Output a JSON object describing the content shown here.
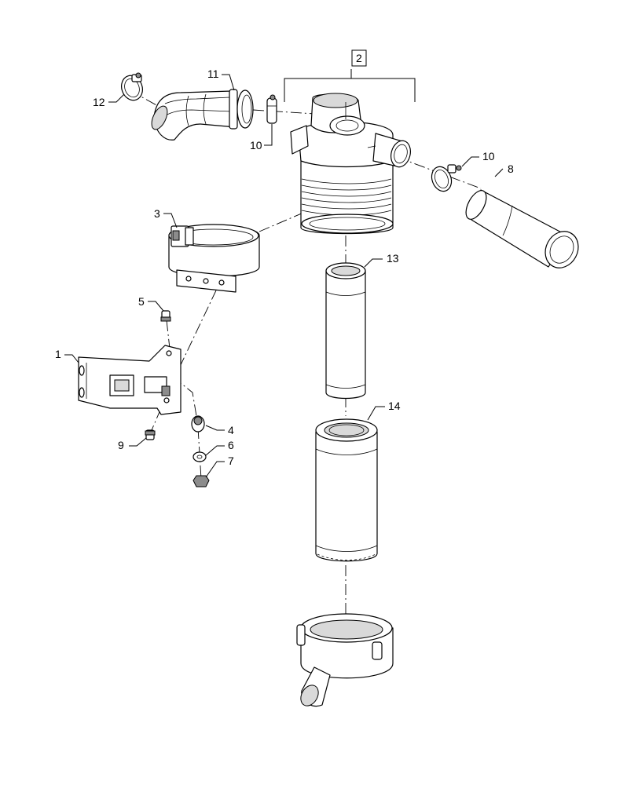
{
  "callouts": {
    "c1": "1",
    "c2": "2",
    "c3": "3",
    "c4": "4",
    "c5": "5",
    "c6": "6",
    "c7": "7",
    "c8": "8",
    "c9": "9",
    "c10a": "10",
    "c10b": "10",
    "c11": "11",
    "c12": "12",
    "c13": "13",
    "c14": "14"
  },
  "icons": {
    "housing": "air-cleaner-housing-icon",
    "strap": "mounting-strap-icon",
    "bracket": "mounting-bracket-icon",
    "primary_filter": "primary-filter-element-icon",
    "safety_filter": "safety-filter-element-icon",
    "cover": "dust-cup-cover-icon",
    "intake_elbow": "intake-elbow-hose-icon",
    "outlet_tube": "outlet-tube-icon",
    "hose_clamp": "hose-clamp-icon"
  }
}
